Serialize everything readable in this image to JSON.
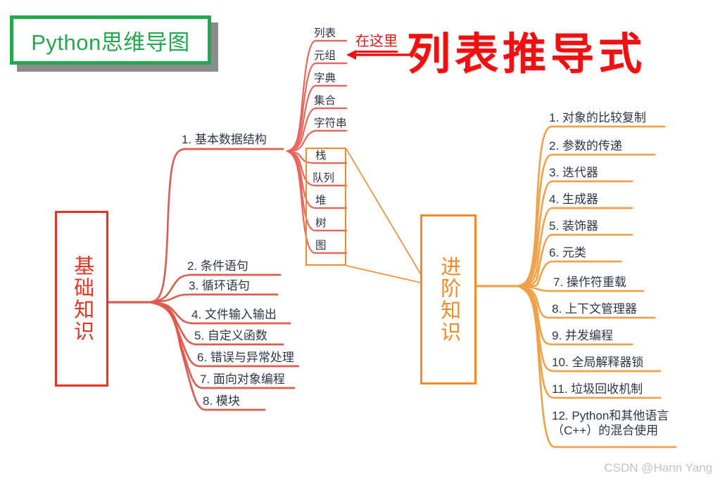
{
  "title_card": {
    "label": "Python思维导图",
    "color": "#22a84f"
  },
  "headline": {
    "label": "列表推导式",
    "color": "#ee1111"
  },
  "annotation": {
    "label": "在这里",
    "color": "#ee1111"
  },
  "watermark": {
    "label": "CSDN @Hann Yang"
  },
  "roots": {
    "basic": {
      "label": "基础知识",
      "color": "#e83323"
    },
    "advanced": {
      "label": "进阶知识",
      "color": "#f08b2a"
    }
  },
  "basic_branches": [
    {
      "label": "1. 基本数据结构"
    },
    {
      "label": "2. 条件语句"
    },
    {
      "label": "3. 循环语句"
    },
    {
      "label": "4. 文件输入输出"
    },
    {
      "label": "5. 自定义函数"
    },
    {
      "label": "6. 错误与异常处理"
    },
    {
      "label": "7. 面向对象编程"
    },
    {
      "label": "8. 模块"
    }
  ],
  "data_structures": [
    {
      "label": "列表"
    },
    {
      "label": "元组"
    },
    {
      "label": "字典"
    },
    {
      "label": "集合"
    },
    {
      "label": "字符串"
    },
    {
      "label": "栈"
    },
    {
      "label": "队列"
    },
    {
      "label": "堆"
    },
    {
      "label": "树"
    },
    {
      "label": "图"
    }
  ],
  "advanced_branches": [
    {
      "label": "1. 对象的比较复制"
    },
    {
      "label": "2. 参数的传递"
    },
    {
      "label": "3. 迭代器"
    },
    {
      "label": "4. 生成器"
    },
    {
      "label": "5. 装饰器"
    },
    {
      "label": "6. 元类"
    },
    {
      "label": "7. 操作符重载"
    },
    {
      "label": "8. 上下文管理器"
    },
    {
      "label": "9. 并发编程"
    },
    {
      "label": "10. 全局解释器锁"
    },
    {
      "label": "11. 垃圾回收机制"
    },
    {
      "label": "12. Python和其他语言（C++）的混合使用"
    }
  ],
  "colors": {
    "red_branch": "#e05a4e",
    "orange_branch": "#f0a24a",
    "text": "#2c3648",
    "green": "#22a84f"
  }
}
